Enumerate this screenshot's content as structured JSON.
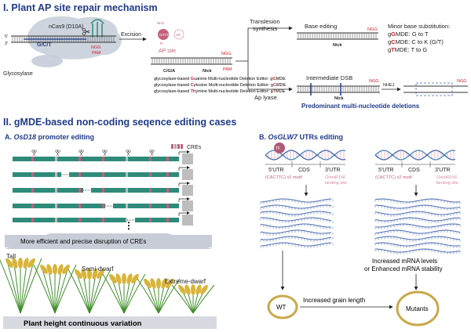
{
  "section1": {
    "title": "I. Plant AP site repair mechanism",
    "ncas9": "nCas9 (D10A)",
    "gct": "G/C/T",
    "ngg_pam": "NGG",
    "pam": "PAM",
    "five_prime": "5'",
    "three_prime": "3'",
    "glycosylase": "Glycosylase",
    "excision": "Excision",
    "nh2": "NH2",
    "gct_circle": "G/C/T",
    "ap_circle": "AP",
    "r_label": "R",
    "ap_site": "AP site",
    "cga": "C/G/A",
    "nick": "Nick",
    "editors": [
      {
        "prefix": "glycosylase-based ",
        "key": "G",
        "word": "uanine Multi-nucleotide Deletion Editor: ",
        "abbr_prefix": "g",
        "abbr_key": "G",
        "abbr_rest": "MDE"
      },
      {
        "prefix": "glycosylase-based ",
        "key": "C",
        "word": "ytosine Multi-nucleotide Deletion Editor: ",
        "abbr_prefix": "g",
        "abbr_key": "C",
        "abbr_rest": "MDE"
      },
      {
        "prefix": "glycosylase-based ",
        "key": "T",
        "word": "hymine Multi-nucleotide Deletion Editor: ",
        "abbr_prefix": "g",
        "abbr_key": "T",
        "abbr_rest": "MDE"
      }
    ],
    "translesion": "Translesion",
    "synthesis": "synthesis",
    "base_editing": "Base editing",
    "ap_lyase": "Ap lyase",
    "intermediate_dsb": "Intermediate DSB",
    "nhej": "NHEJ",
    "minor_title": "Minor base substitution:",
    "minor_items": [
      {
        "pre": "g",
        "key": "G",
        "rest": "MDE: G to T"
      },
      {
        "pre": "g",
        "key": "C",
        "rest": "MDE: C to K (G/T)"
      },
      {
        "pre": "g",
        "key": "T",
        "rest": "MDE: T to G"
      }
    ],
    "predominant": "Predominant multi-nucleotide deletions"
  },
  "section2": {
    "title": "II. gMDE-based non-coding seqence editing cases",
    "panel_a_prefix": "A. ",
    "panel_a_gene": "OsD18",
    "panel_a_suffix": " promoter editing",
    "cres": "CREs",
    "ellipsis": "⋮",
    "banner": "More efficient and precise disruption of CREs",
    "tall": "Tall",
    "semi_dwarf": "Semi-dwarf",
    "extreme_dwarf": "Extreme-dwarf",
    "plant_height": "Plant height continuous variation",
    "panel_b_prefix": "B. ",
    "panel_b_gene": "OsGLW7",
    "panel_b_suffix": " UTRs editing",
    "tf": "TF",
    "utr5": "5'UTR",
    "cds": "CDS",
    "utr3": "3'UTR",
    "motif": "(CACTTC) x2 motif",
    "mir_line1": "OsmiR156",
    "mir_line2": "binding site",
    "increased_mrna": "Increased mRNA levels",
    "enhanced_mrna": "or Enhanced mRNA stability",
    "wt": "WT",
    "increased_grain": "Increased grain length",
    "mutants": "Mutants"
  },
  "colors": {
    "title_blue": "#1f3a8a",
    "teal": "#2e8b7a",
    "pink": "#c2607a",
    "red": "#d0202a",
    "grain": "#c9a84a"
  }
}
